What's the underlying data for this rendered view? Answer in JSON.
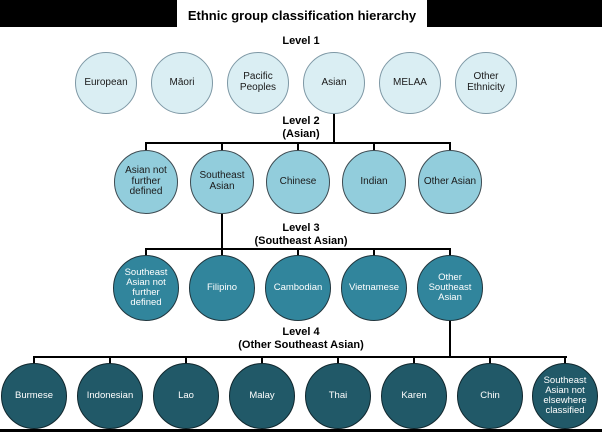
{
  "title": "Ethnic group classification hierarchy",
  "levels": [
    {
      "heading": "Level 1",
      "subheading": "",
      "fill": "#daeef3",
      "border": "#7e98a5",
      "text_color": "#1a1a1a",
      "nodes": [
        "European",
        "Māori",
        "Pacific Peoples",
        "Asian",
        "MELAA",
        "Other Ethnicity"
      ]
    },
    {
      "heading": "Level 2",
      "subheading": "(Asian)",
      "fill": "#92cddc",
      "border": "#3d4b52",
      "text_color": "#1a1a1a",
      "nodes": [
        "Asian not further defined",
        "Southeast Asian",
        "Chinese",
        "Indian",
        "Other Asian"
      ]
    },
    {
      "heading": "Level 3",
      "subheading": "(Southeast Asian)",
      "fill": "#31859c",
      "border": "#1f353d",
      "text_color": "#ffffff",
      "nodes": [
        "Southeast Asian not further defined",
        "Filipino",
        "Cambodian",
        "Vietnamese",
        "Other Southeast Asian"
      ]
    },
    {
      "heading": "Level 4",
      "subheading": "(Other Southeast Asian)",
      "fill": "#215968",
      "border": "#10272e",
      "text_color": "#ffffff",
      "nodes": [
        "Burmese",
        "Indonesian",
        "Lao",
        "Malay",
        "Thai",
        "Karen",
        "Chin",
        "Southeast Asian not elsewhere classified"
      ]
    }
  ]
}
